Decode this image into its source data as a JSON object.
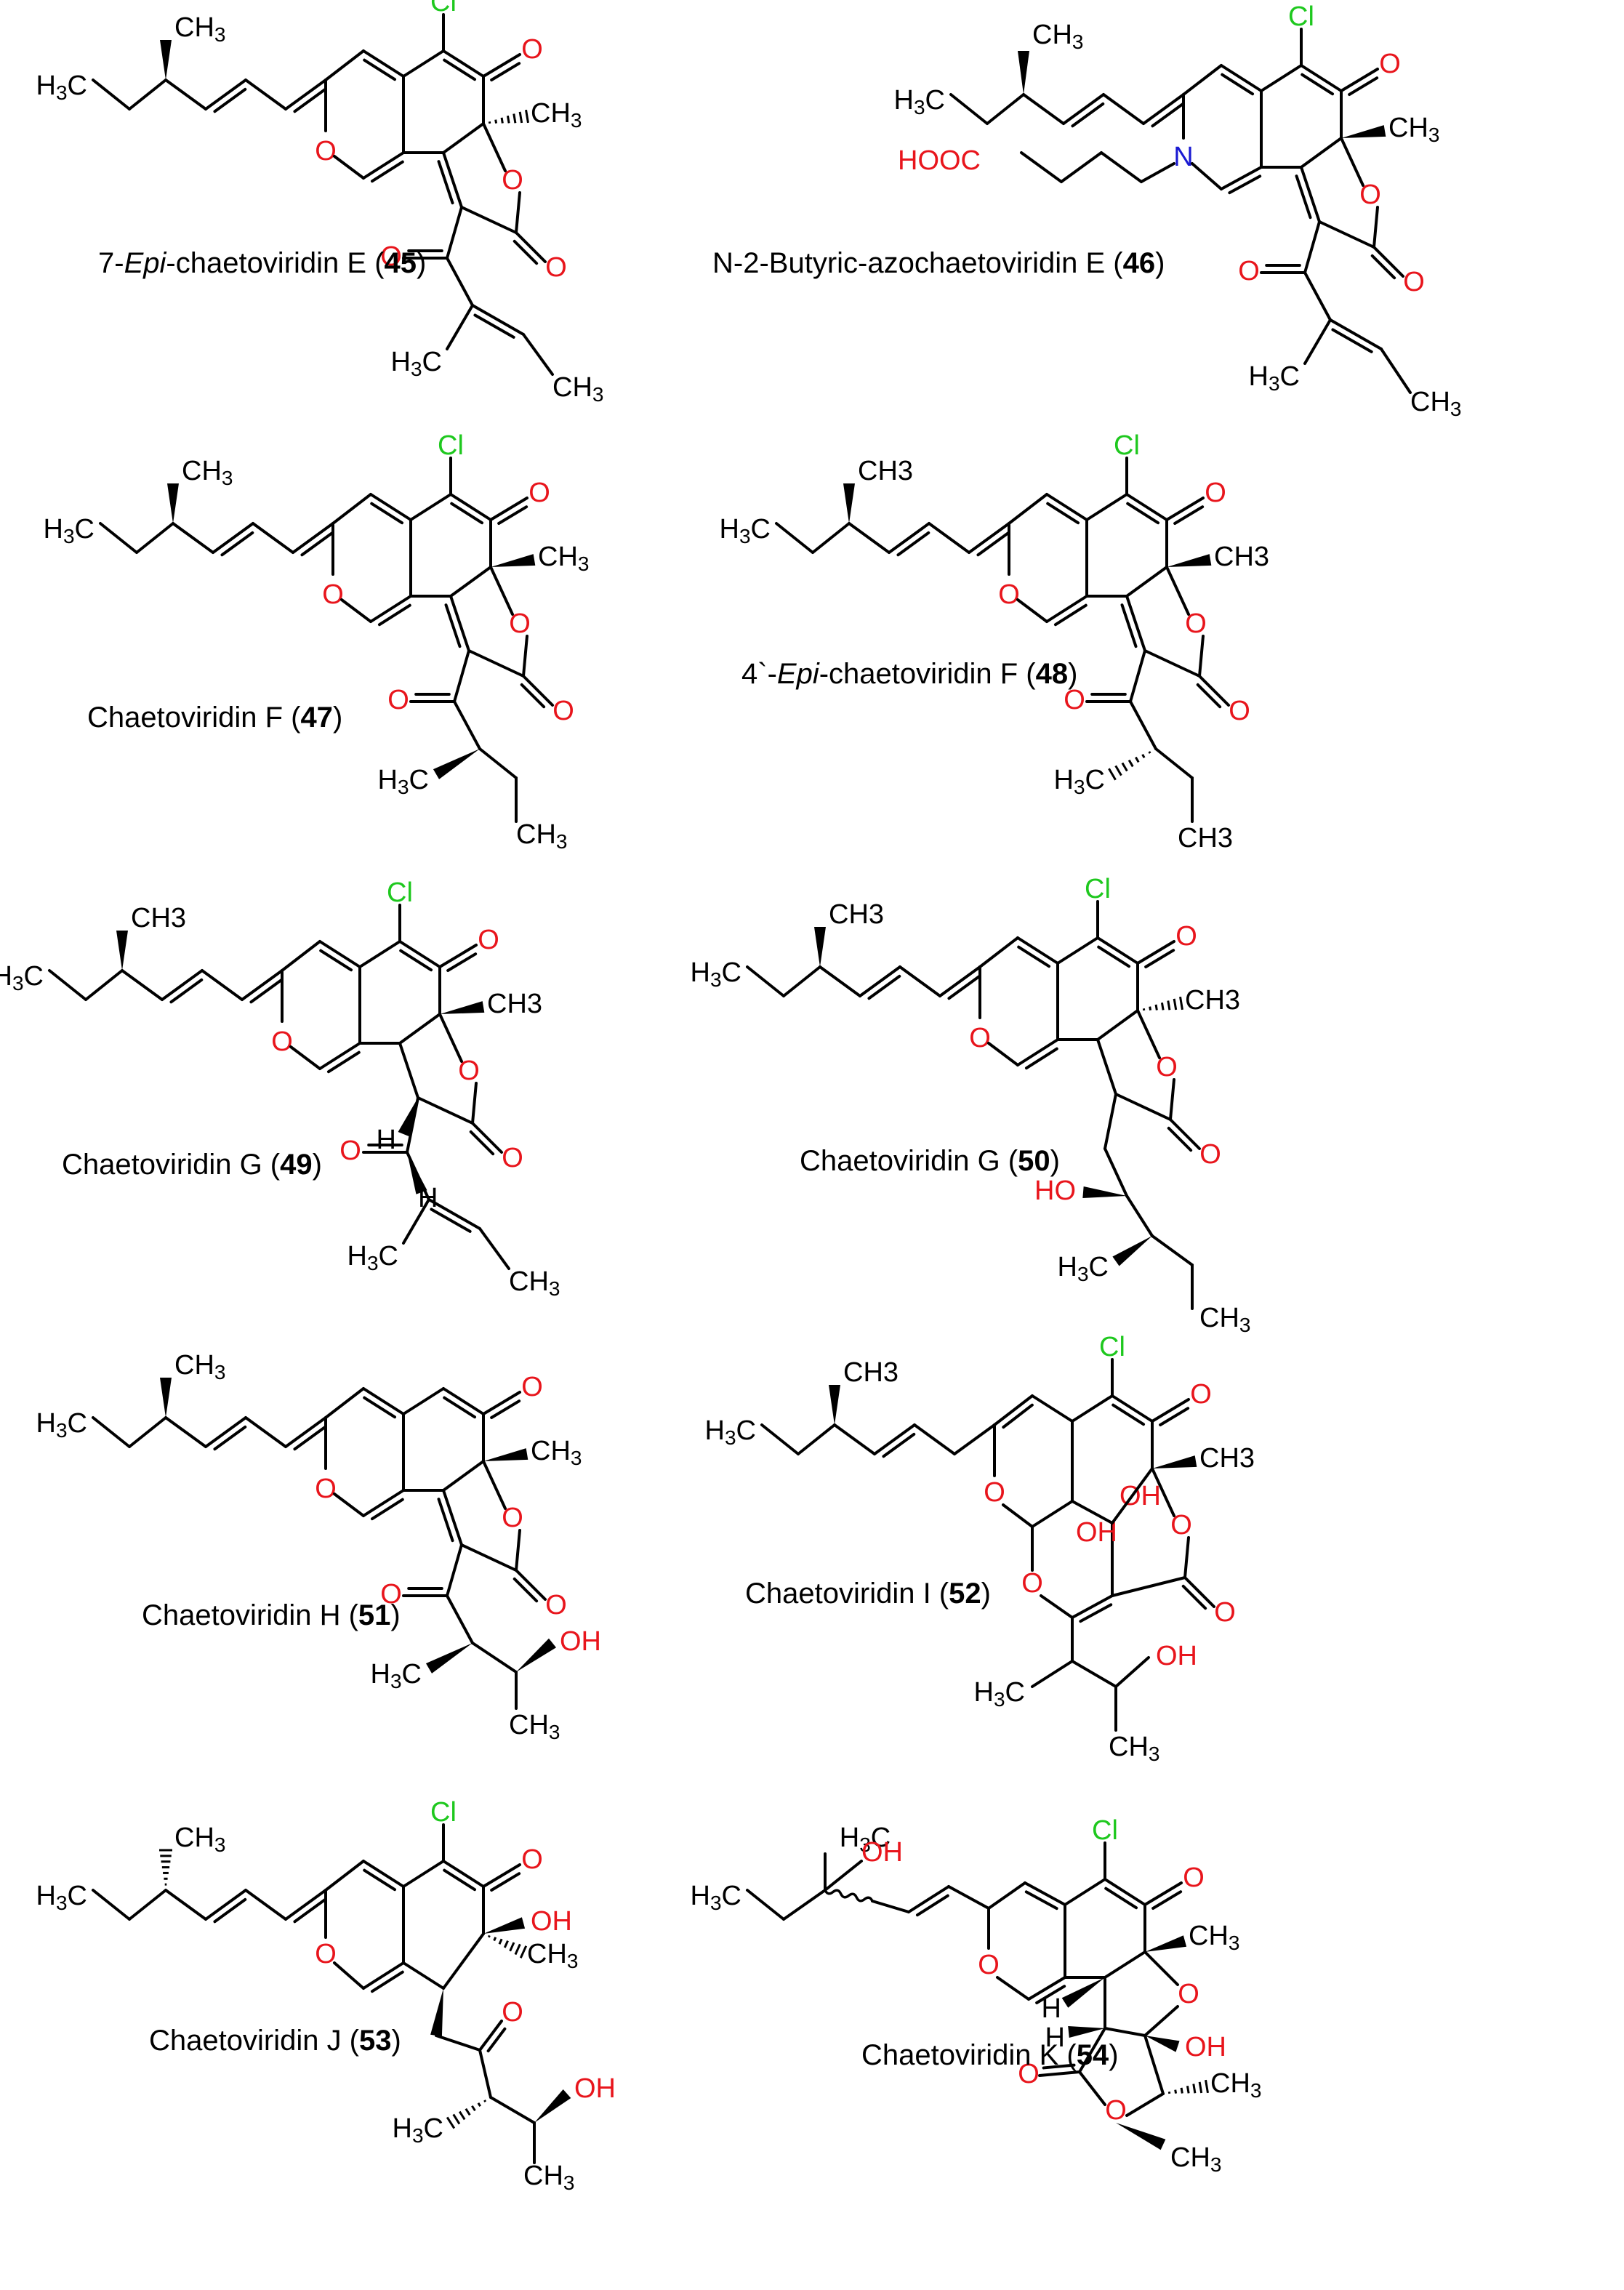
{
  "colors": {
    "bond": "#000000",
    "oxygen": "#e8151c",
    "chlorine": "#1ec81e",
    "nitrogen": "#1a1ad2"
  },
  "compounds": [
    {
      "name_pre": "7-",
      "name_it": "Epi",
      "name_post": "-chaetoviridin E  (",
      "number": "45",
      "name_end": ")"
    },
    {
      "name_pre": "N-2-Butyric-azochaetoviridin E (",
      "name_it": "",
      "name_post": "",
      "number": "46",
      "name_end": ")"
    },
    {
      "name_pre": "Chaetoviridin F (",
      "name_it": "",
      "name_post": "",
      "number": "47",
      "name_end": ")"
    },
    {
      "name_pre": "4`-",
      "name_it": "Epi",
      "name_post": "-chaetoviridin F (",
      "number": "48",
      "name_end": ")"
    },
    {
      "name_pre": "Chaetoviridin G (",
      "name_it": "",
      "name_post": "",
      "number": "49",
      "name_end": ")"
    },
    {
      "name_pre": "Chaetoviridin G (",
      "name_it": "",
      "name_post": "",
      "number": "50",
      "name_end": ")"
    },
    {
      "name_pre": "Chaetoviridin H (",
      "name_it": "",
      "name_post": "",
      "number": "51",
      "name_end": ")"
    },
    {
      "name_pre": "Chaetoviridin I (",
      "name_it": "",
      "name_post": "",
      "number": "52",
      "name_end": ")"
    },
    {
      "name_pre": "Chaetoviridin J (",
      "name_it": "",
      "name_post": "",
      "number": "53",
      "name_end": ")"
    },
    {
      "name_pre": "Chaetoviridin K (",
      "name_it": "",
      "name_post": "",
      "number": "54",
      "name_end": ")"
    }
  ],
  "atoms": {
    "c1": "C",
    "h1": "H",
    "n3": "3",
    "cl": "Cl",
    "o": "O",
    "n": "N",
    "oh": "OH",
    "ho": "HO",
    "hooc": "HOOC",
    "h": "H",
    "ch3plain": "CH3"
  }
}
